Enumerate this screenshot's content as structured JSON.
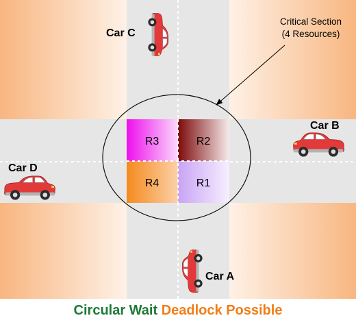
{
  "cars": {
    "a": {
      "label": "Car A"
    },
    "b": {
      "label": "Car B"
    },
    "c": {
      "label": "Car C"
    },
    "d": {
      "label": "Car D"
    }
  },
  "resources": {
    "r1": "R1",
    "r2": "R2",
    "r3": "R3",
    "r4": "R4"
  },
  "annotation": {
    "line1": "Critical Section",
    "line2": "(4 Resources)"
  },
  "caption": {
    "part1": "Circular Wait ",
    "part2": "Deadlock Possible"
  },
  "colors": {
    "caption_part1": "#1e7a35",
    "caption_part2": "#f07d15",
    "car_body": "#e23a3a",
    "road": "#e6e6e6",
    "corner_light": "#fef1e6",
    "corner_dark": "#f8b680"
  }
}
